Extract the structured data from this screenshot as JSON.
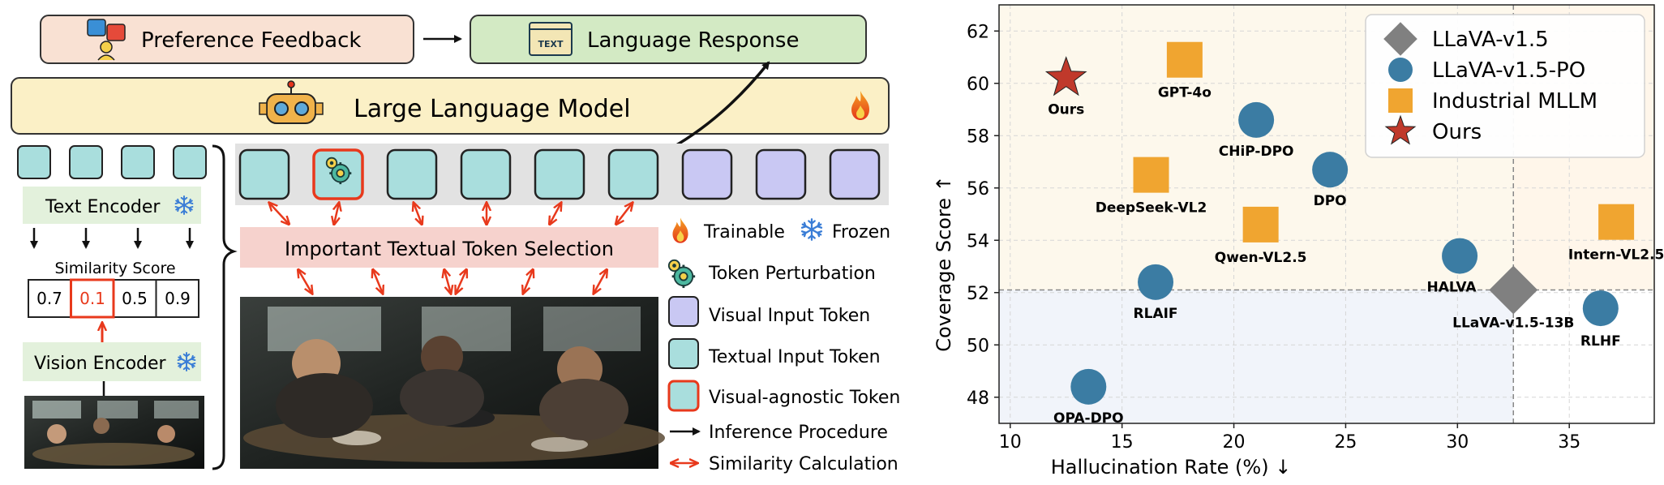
{
  "diagram": {
    "preference_feedback": "Preference Feedback",
    "language_response": "Language Response",
    "llm_title": "Large Language Model",
    "text_encoder": "Text Encoder",
    "vision_encoder": "Vision Encoder",
    "similarity_title": "Similarity Score",
    "similarity_scores": [
      "0.7",
      "0.1",
      "0.5",
      "0.9"
    ],
    "important_token_selection": "Important Textual Token Selection",
    "text_icon_label": "TEXT",
    "legend": {
      "trainable": "Trainable",
      "frozen": "Frozen",
      "token_perturbation": "Token Perturbation",
      "visual_input_token": "Visual Input Token",
      "textual_input_token": "Textual Input Token",
      "visual_agnostic_token": "Visual-agnostic Token",
      "inference_procedure": "Inference Procedure",
      "similarity_calculation": "Similarity Calculation"
    },
    "colors": {
      "textual_token": "#a9dedd",
      "visual_token": "#c9c8f3",
      "highlight_red": "#e8391c",
      "encoder_green": "#e3f1dc",
      "llm_yellow": "#fbf0c6",
      "selection_pink": "#f6d2cd"
    }
  },
  "chart_data": {
    "type": "scatter",
    "xlabel": "Hallucination Rate (%) ↓",
    "ylabel": "Coverage Score ↑",
    "xlim": [
      9.5,
      38.8
    ],
    "ylim": [
      47.0,
      63.0
    ],
    "xticks": [
      10,
      15,
      20,
      25,
      30,
      35
    ],
    "yticks": [
      48,
      50,
      52,
      54,
      56,
      58,
      60,
      62
    ],
    "reference_lines": {
      "x": 32.5,
      "y": 52.1
    },
    "grid": true,
    "legend_position": "top-right",
    "series": [
      {
        "name": "LLaVA-v1.5",
        "marker": "diamond",
        "color": "#808080",
        "points": [
          {
            "label": "LLaVA-v1.5-13B",
            "x": 32.5,
            "y": 52.1
          }
        ]
      },
      {
        "name": "LLaVA-v1.5-PO",
        "marker": "circle",
        "color": "#3b7ca3",
        "points": [
          {
            "label": "CHiP-DPO",
            "x": 21.0,
            "y": 58.6
          },
          {
            "label": "DPO",
            "x": 24.3,
            "y": 56.7
          },
          {
            "label": "HALVA",
            "x": 30.1,
            "y": 53.4
          },
          {
            "label": "RLHF",
            "x": 36.4,
            "y": 51.4
          },
          {
            "label": "RLAIF",
            "x": 16.5,
            "y": 52.4
          },
          {
            "label": "OPA-DPO",
            "x": 13.5,
            "y": 48.4
          }
        ]
      },
      {
        "name": "Industrial MLLM",
        "marker": "square",
        "color": "#f0a530",
        "points": [
          {
            "label": "GPT-4o",
            "x": 17.8,
            "y": 60.9
          },
          {
            "label": "DeepSeek-VL2",
            "x": 16.3,
            "y": 56.5
          },
          {
            "label": "Qwen-VL2.5",
            "x": 21.2,
            "y": 54.6
          },
          {
            "label": "Intern-VL2.5",
            "x": 37.1,
            "y": 54.7
          }
        ]
      },
      {
        "name": "Ours",
        "marker": "star",
        "color": "#c0392b",
        "points": [
          {
            "label": "Ours",
            "x": 12.5,
            "y": 60.2
          }
        ]
      }
    ]
  }
}
